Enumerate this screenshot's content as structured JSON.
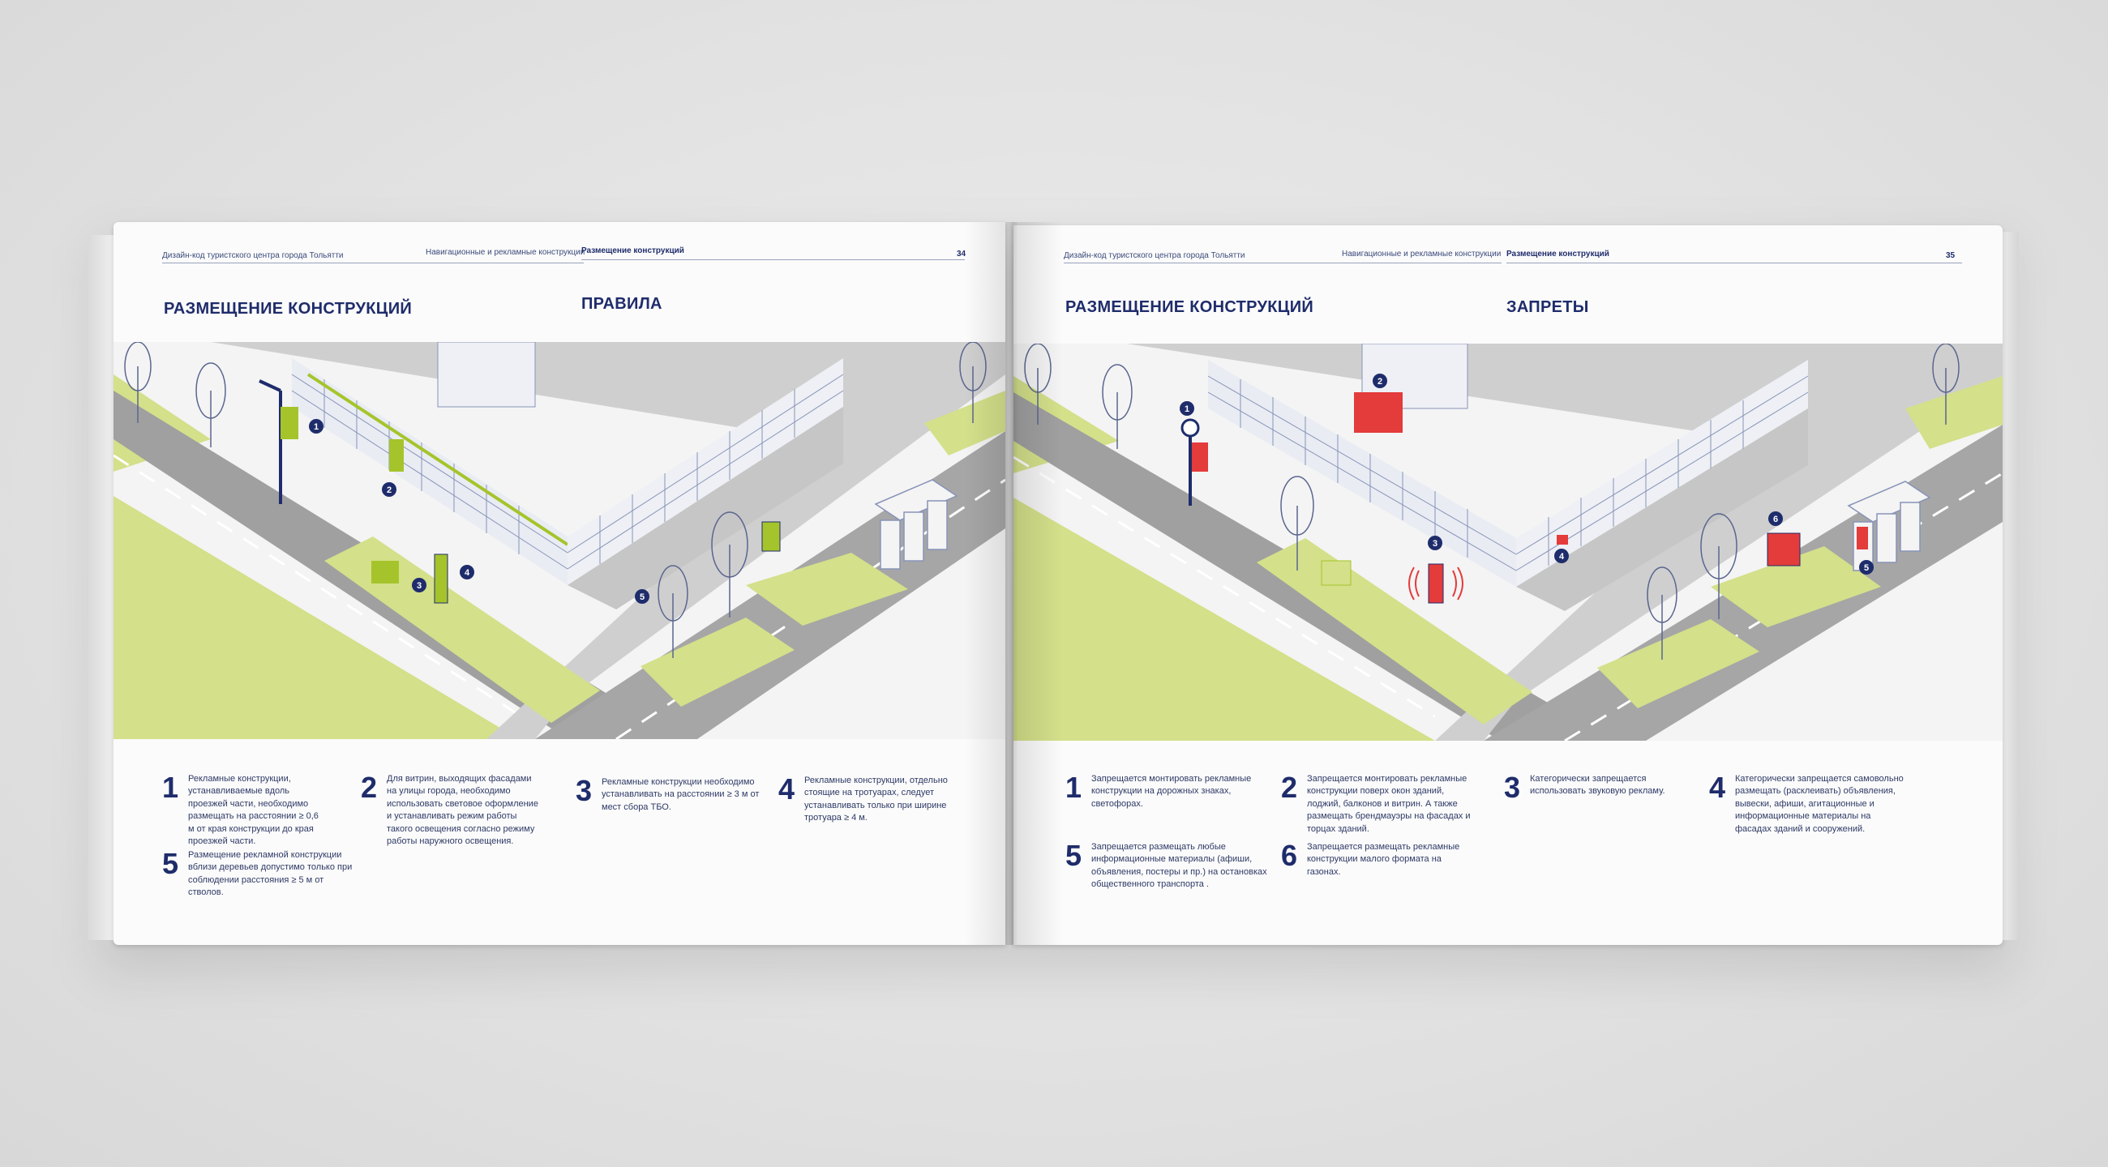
{
  "left_page": {
    "doc_title": "Дизайн-код туристского центра города Тольятти",
    "section": "Навигационные и рекламные конструкции",
    "subsection": "Размещение конструкций",
    "page_number": "34",
    "heading": "РАЗМЕЩЕНИЕ КОНСТРУКЦИЙ",
    "subheading": "ПРАВИЛА",
    "markers": [
      "1",
      "2",
      "3",
      "4",
      "5"
    ],
    "rules": [
      {
        "num": "1",
        "text": "Рекламные конструкции, устанавливаемые вдоль проезжей части, необходимо размещать на расстоянии ≥ 0,6 м от края конструкции до края проезжей части."
      },
      {
        "num": "2",
        "text": "Для витрин, выходящих фасадами на улицы города, необходимо использовать световое оформление и устанавливать режим работы такого освещения согласно режиму работы наружного освещения."
      },
      {
        "num": "3",
        "text": "Рекламные конструкции необходимо устанавливать на расстоянии ≥ 3 м от мест сбора ТБО."
      },
      {
        "num": "4",
        "text": "Рекламные конструкции, отдельно стоящие на тротуарах, следует устанавливать только при ширине тротуара ≥ 4 м."
      },
      {
        "num": "5",
        "text": "Размещение рекламной конструкции вблизи деревьев допустимо только при соблюдении расстояния ≥ 5 м от стволов."
      }
    ]
  },
  "right_page": {
    "doc_title": "Дизайн-код туристского центра города Тольятти",
    "section": "Навигационные и рекламные конструкции",
    "subsection": "Размещение конструкций",
    "page_number": "35",
    "heading": "РАЗМЕЩЕНИЕ КОНСТРУКЦИЙ",
    "subheading": "ЗАПРЕТЫ",
    "markers": [
      "1",
      "2",
      "3",
      "4",
      "5",
      "6"
    ],
    "rules": [
      {
        "num": "1",
        "text": "Запрещается монтировать рекламные конструкции на дорожных знаках, светофорах."
      },
      {
        "num": "2",
        "text": "Запрещается монтировать рекламные конструкции поверх окон зданий, лоджий, балконов и витрин. А также размещать брендмауэры на фасадах и торцах зданий."
      },
      {
        "num": "3",
        "text": "Категорически запрещается использовать звуковую рекламу."
      },
      {
        "num": "4",
        "text": "Категорически запрещается самовольно размещать (расклеивать) объявления, вывески, афиши, агитационные и информационные материалы на фасадах зданий и сооружений."
      },
      {
        "num": "5",
        "text": "Запрещается размещать любые информационные материалы (афиши, объявления, постеры и пр.) на остановках общественного транспорта ."
      },
      {
        "num": "6",
        "text": "Запрещается размещать рекламные конструкции малого формата на газонах."
      }
    ]
  },
  "colors": {
    "navy": "#1f2c6b",
    "lime": "#d4e08a",
    "green": "#a5c42b",
    "road": "#9a9a9a",
    "red": "#e43b3b"
  }
}
